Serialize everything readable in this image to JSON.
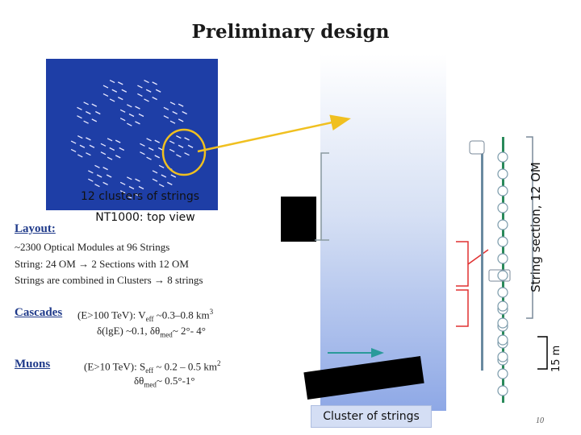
{
  "title": "Preliminary design",
  "top_view": {
    "clusters_label": "12 clusters of strings",
    "view_label": "NT1000: top view"
  },
  "layout": {
    "heading": "Layout:",
    "lines": [
      "~2300 Optical Modules at  96  Strings",
      "String: 24 OM → 2 Sections with 12 OM",
      "Strings are combined in Clusters → 8 strings"
    ]
  },
  "cascades": {
    "heading": "Cascades",
    "line1": "(E>100 TeV): V",
    "line1_sub": "eff",
    "line1_tail": " ~0.3–0.8 km",
    "line1_sup": "3",
    "line2": "δ(lgE) ~0.1, δθ",
    "line2_sub": "med",
    "line2_tail": "~ 2°- 4°"
  },
  "muons": {
    "heading": "Muons",
    "line1": "(E>10 TeV): S",
    "line1_sub": "eff",
    "line1_tail": " ~ 0.2 – 0.5 km",
    "line1_sup": "2",
    "line2": "δθ",
    "line2_sub": "med",
    "line2_tail": "~ 0.5°-1°"
  },
  "cluster_label": "Cluster of strings",
  "string_section_label": "String section, 12 OM",
  "spacing_label": "15 m",
  "page_number": "10",
  "colors": {
    "top_view_bg": "#1e3ea6",
    "arrow": "#f0c020",
    "bracket_red": "#e03030",
    "heading_blue": "#1f3a8a"
  }
}
